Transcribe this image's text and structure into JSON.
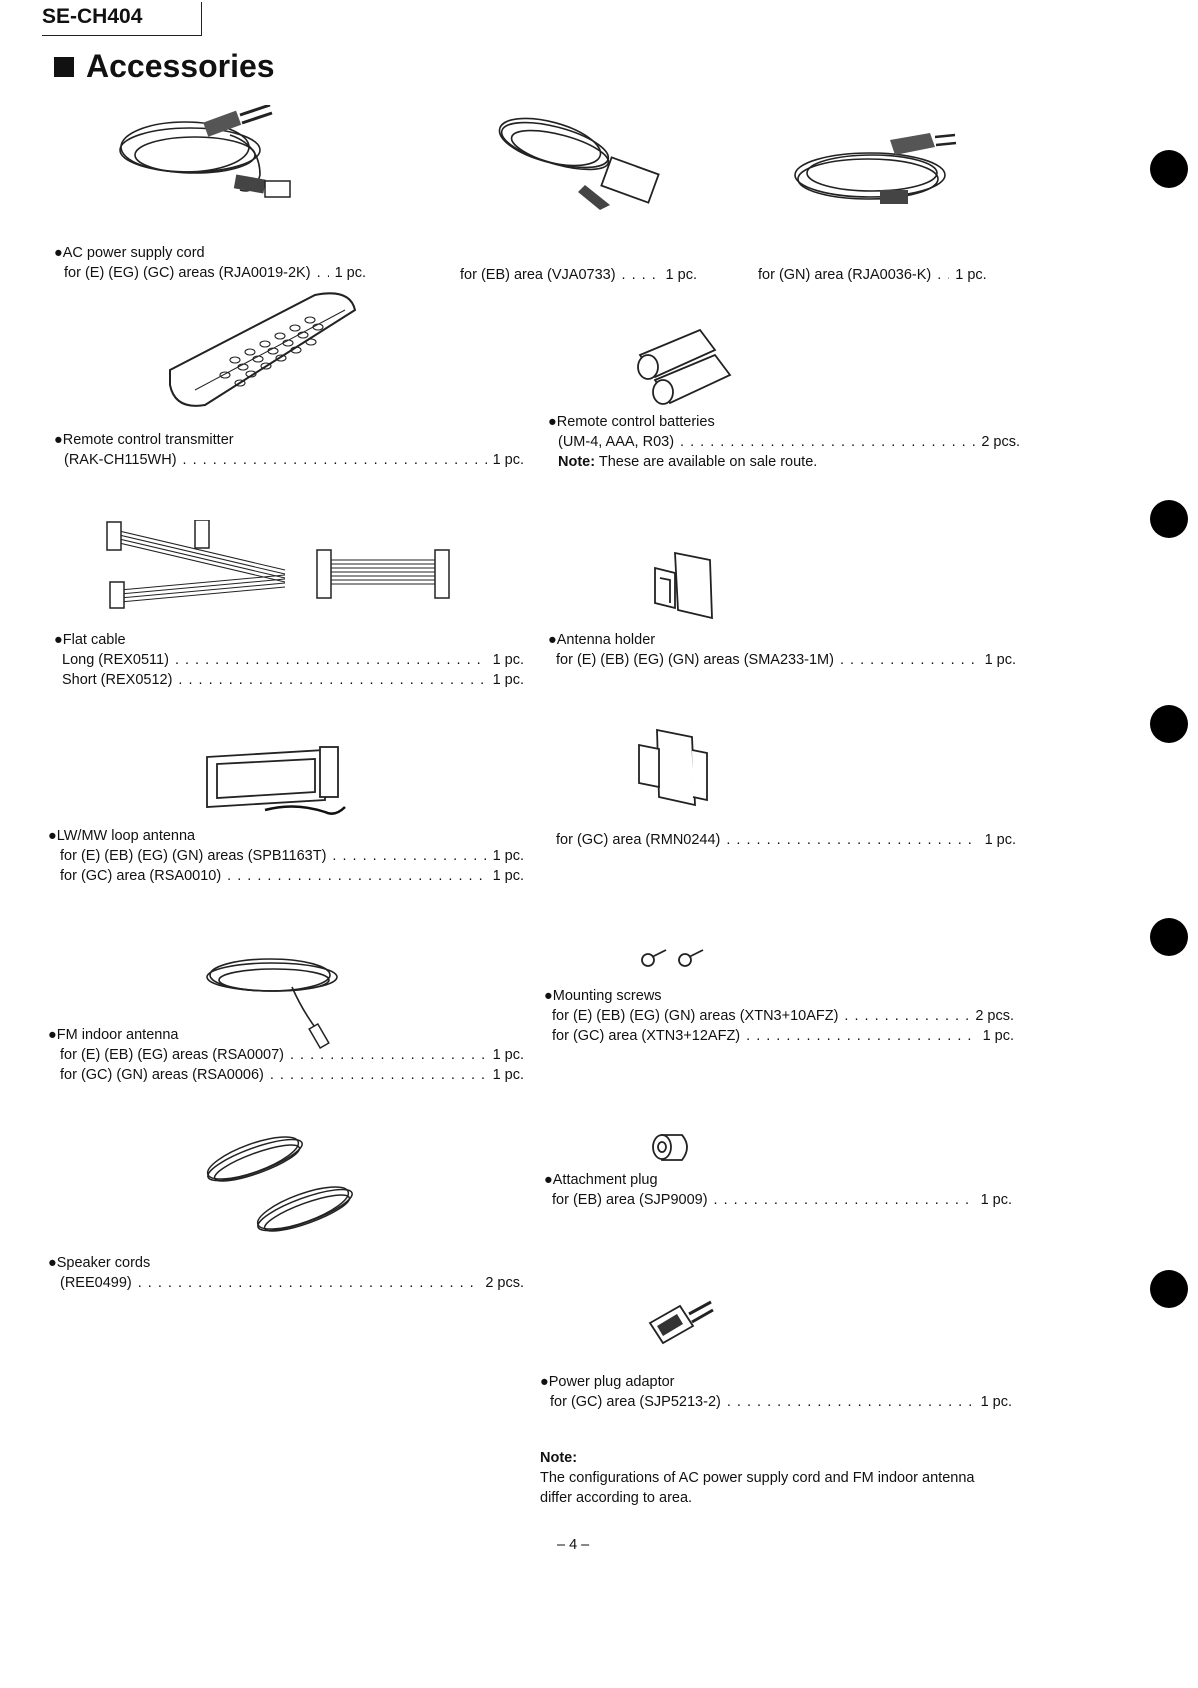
{
  "header": {
    "model": "SE-CH404",
    "title": "Accessories"
  },
  "items": {
    "ac_cord": {
      "name": "●AC power supply cord",
      "rows": [
        {
          "label": "for (E) (EG) (GC) areas (RJA0019-2K)",
          "qty": "1 pc."
        },
        {
          "label": "for (EB) area (VJA0733)",
          "qty": "1 pc."
        },
        {
          "label": "for (GN) area (RJA0036-K)",
          "qty": "1 pc."
        }
      ]
    },
    "remote": {
      "name": "●Remote control transmitter",
      "rows": [
        {
          "label": "(RAK-CH115WH)",
          "qty": "1 pc."
        }
      ]
    },
    "batteries": {
      "name": "●Remote control batteries",
      "rows": [
        {
          "label": "(UM-4, AAA, R03)",
          "qty": "2 pcs."
        }
      ],
      "note_label": "Note:",
      "note_text": "These are available on sale route."
    },
    "flat_cable": {
      "name": "●Flat cable",
      "rows": [
        {
          "label": "Long (REX0511)",
          "qty": "1 pc."
        },
        {
          "label": "Short (REX0512)",
          "qty": "1 pc."
        }
      ]
    },
    "antenna_holder": {
      "name": "●Antenna holder",
      "rows": [
        {
          "label": "for (E) (EB) (EG) (GN) areas (SMA233-1M)",
          "qty": "1 pc."
        },
        {
          "label": "for (GC) area (RMN0244)",
          "qty": "1 pc."
        }
      ]
    },
    "loop_antenna": {
      "name": "●LW/MW loop antenna",
      "rows": [
        {
          "label": "for (E) (EB) (EG) (GN) areas (SPB1163T)",
          "qty": "1 pc."
        },
        {
          "label": "for (GC) area (RSA0010)",
          "qty": "1 pc."
        }
      ]
    },
    "screws": {
      "name": "●Mounting screws",
      "rows": [
        {
          "label": "for (E) (EB) (EG) (GN) areas (XTN3+10AFZ)",
          "qty": "2 pcs."
        },
        {
          "label": "for (GC) area (XTN3+12AFZ)",
          "qty": "1 pc."
        }
      ]
    },
    "fm_antenna": {
      "name": "●FM indoor antenna",
      "rows": [
        {
          "label": "for (E) (EB) (EG) areas (RSA0007)",
          "qty": "1 pc."
        },
        {
          "label": "for (GC) (GN) areas (RSA0006)",
          "qty": "1 pc."
        }
      ]
    },
    "plug": {
      "name": "●Attachment plug",
      "rows": [
        {
          "label": "for (EB) area (SJP9009)",
          "qty": "1 pc."
        }
      ]
    },
    "speaker_cords": {
      "name": "●Speaker cords",
      "rows": [
        {
          "label": "(REE0499)",
          "qty": "2 pcs."
        }
      ]
    },
    "adaptor": {
      "name": "●Power plug adaptor",
      "rows": [
        {
          "label": "for (GC) area (SJP5213-2)",
          "qty": "1 pc."
        }
      ]
    }
  },
  "footer_note": {
    "label": "Note:",
    "text1": "The configurations of AC power supply cord and FM indoor antenna",
    "text2": "differ according to area."
  },
  "page_number": "– 4 –"
}
